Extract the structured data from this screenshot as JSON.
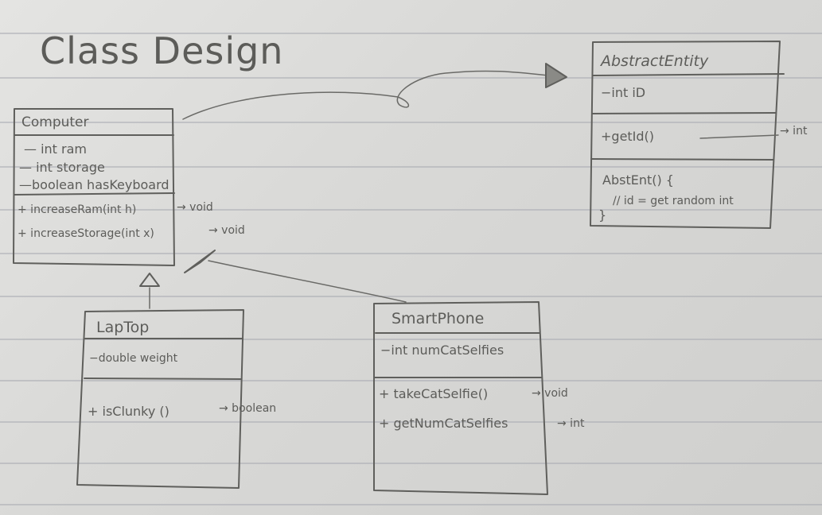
{
  "title": "Class Design",
  "classes": {
    "abstract_entity": {
      "name": "AbstractEntity",
      "attributes": [
        "−int iD"
      ],
      "methods": [
        "+getId()"
      ],
      "method_returns": [
        "→ int"
      ],
      "constructor": [
        "AbstEnt() {",
        "// id = get random int",
        "}"
      ]
    },
    "computer": {
      "name": "Computer",
      "attributes": [
        "— int ram",
        "— int storage",
        "—boolean hasKeyboard"
      ],
      "methods": [
        "+ increaseRam(int h)",
        "+ increaseStorage(int x)"
      ],
      "method_returns": [
        "→ void",
        "→ void"
      ]
    },
    "laptop": {
      "name": "LapTop",
      "attributes": [
        "−double weight"
      ],
      "methods": [
        "+ isClunky ()"
      ],
      "method_returns": [
        "→ boolean"
      ]
    },
    "smartphone": {
      "name": "SmartPhone",
      "attributes": [
        "−int numCatSelfies"
      ],
      "methods": [
        "+ takeCatSelfie()",
        "+ getNumCatSelfies"
      ],
      "method_returns": [
        "→ void",
        "→ int"
      ]
    }
  },
  "relationships": [
    {
      "from": "Computer",
      "to": "AbstractEntity",
      "type": "inheritance"
    },
    {
      "from": "LapTop",
      "to": "Computer",
      "type": "inheritance"
    },
    {
      "from": "SmartPhone",
      "to": "Computer",
      "type": "inheritance"
    }
  ]
}
